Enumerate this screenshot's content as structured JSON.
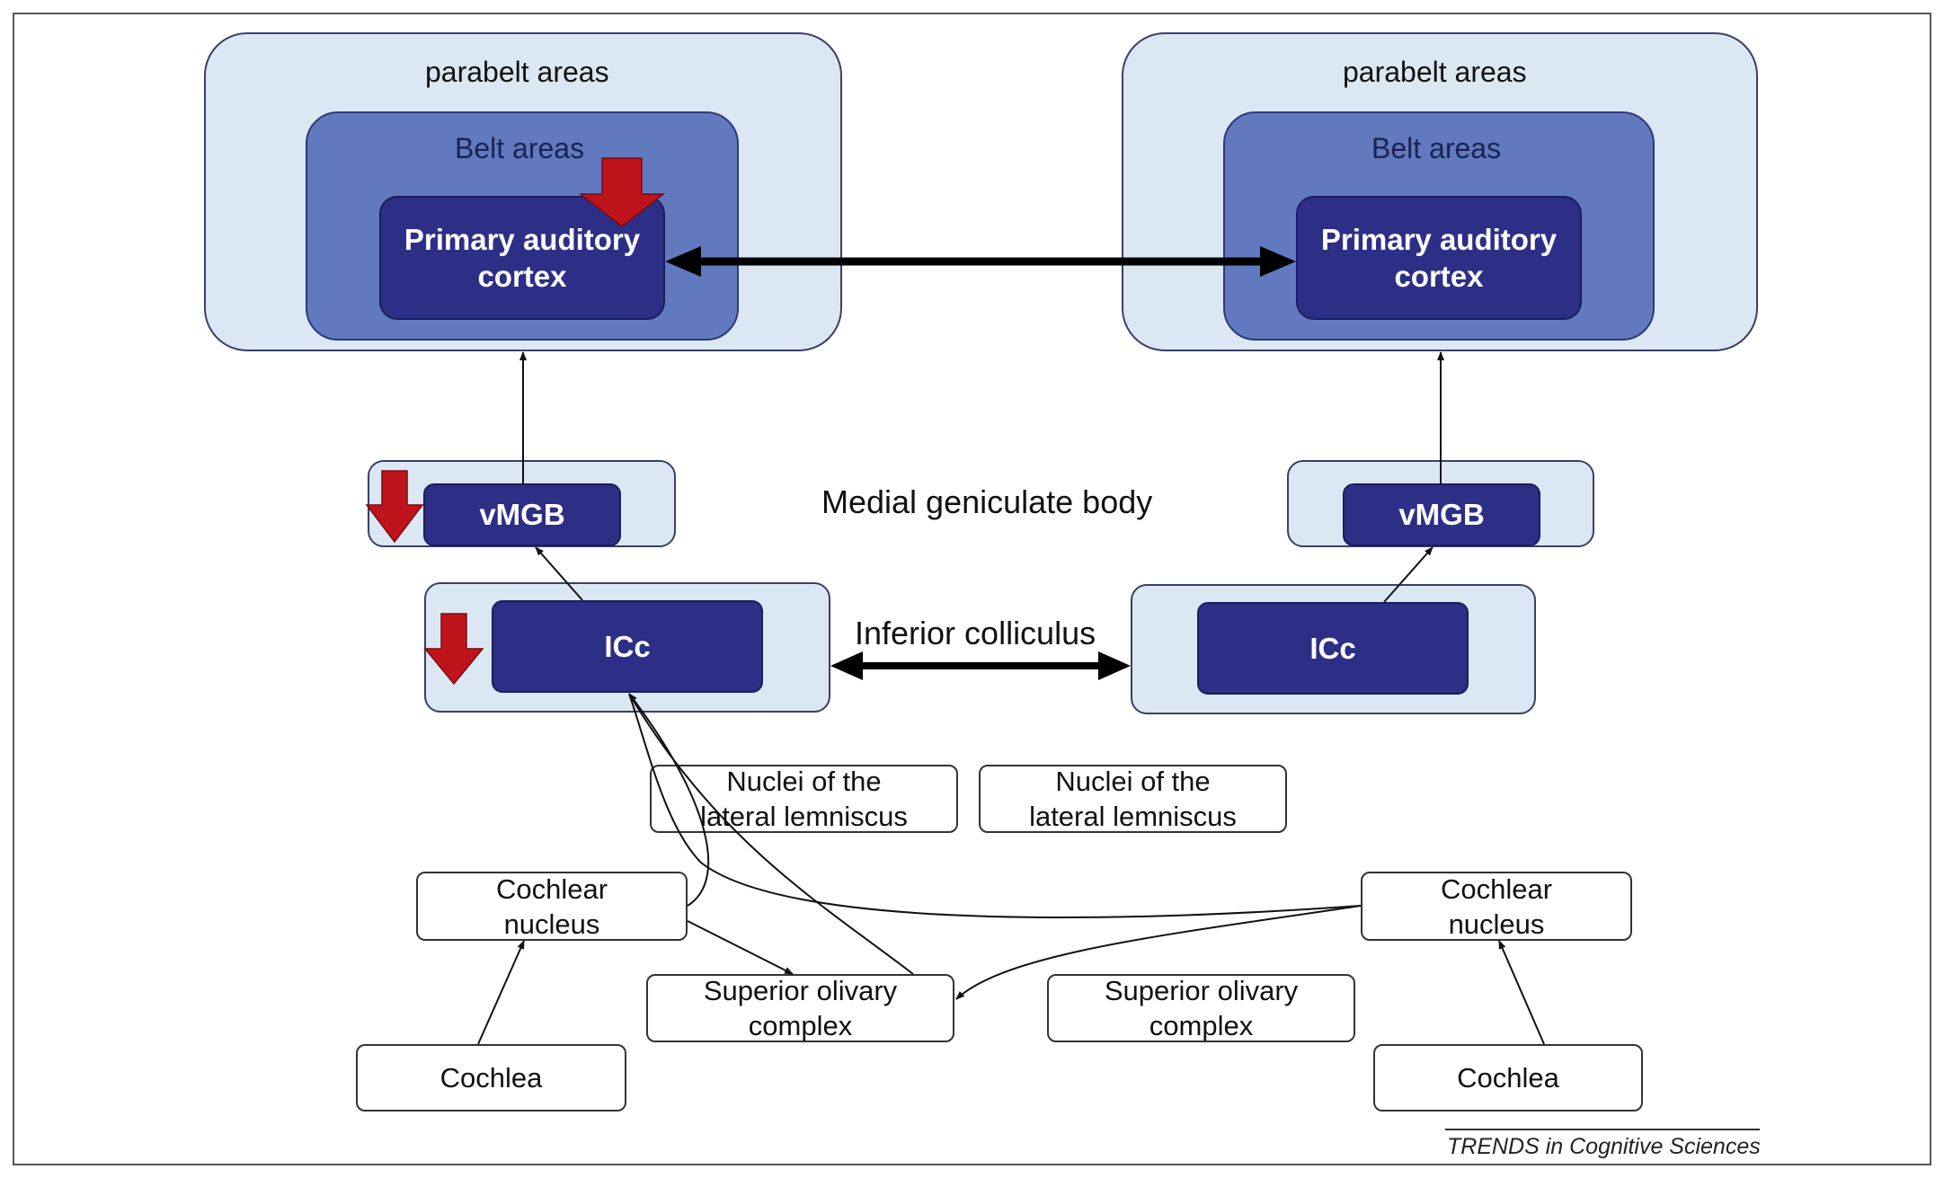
{
  "labels": {
    "parabelt": "parabelt areas",
    "belt": "Belt areas",
    "primary_line1": "Primary auditory",
    "primary_line2": "cortex",
    "vmgb": "vMGB",
    "mgb_region": "Medial geniculate body",
    "icc": "ICc",
    "ic_region": "Inferior colliculus",
    "nll_line1": "Nuclei of the",
    "nll_line2": "lateral lemniscus",
    "cn_line1": "Cochlear",
    "cn_line2": "nucleus",
    "soc_line1": "Superior olivary",
    "soc_line2": "complex",
    "cochlea": "Cochlea"
  },
  "credit": "TRENDS in Cognitive Sciences",
  "colors": {
    "region_fill": "#dbe8f3",
    "belt_fill": "#6079bf",
    "nucleus_fill": "#2d2f86",
    "marker_red": "#c0141c"
  },
  "icons": {
    "marker": "red-down-arrow-icon"
  }
}
